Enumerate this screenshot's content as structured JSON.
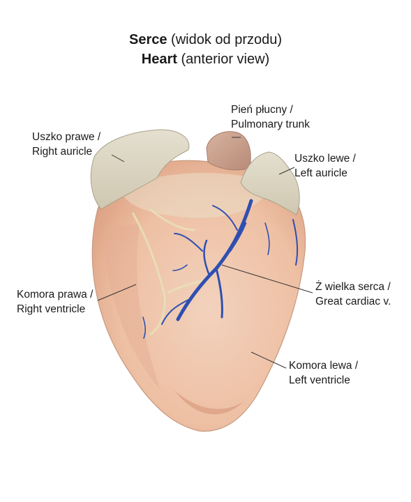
{
  "title": {
    "line1_bold": "Serce",
    "line1_rest": "(widok od przodu)",
    "line2_bold": "Heart",
    "line2_rest": "(anterior view)"
  },
  "labels": {
    "pulmonary_trunk": [
      "Pień płucny /",
      "Pulmonary trunk"
    ],
    "right_auricle": [
      "Uszko prawe /",
      "Right auricle"
    ],
    "left_auricle": [
      "Uszko lewe /",
      "Left auricle"
    ],
    "right_ventricle": [
      "Komora prawa /",
      "Right ventricle"
    ],
    "great_cardiac_vein": [
      "Ż wielka serca /",
      "Great cardiac v."
    ],
    "left_ventricle": [
      "Komora lewa /",
      "Left ventricle"
    ]
  },
  "colors": {
    "heart_fill": "#efc7aa",
    "heart_edge": "#c9977a",
    "auricle_fill": "#ddd6c4",
    "vein": "#2f4fb0",
    "leader_line": "#333333"
  }
}
